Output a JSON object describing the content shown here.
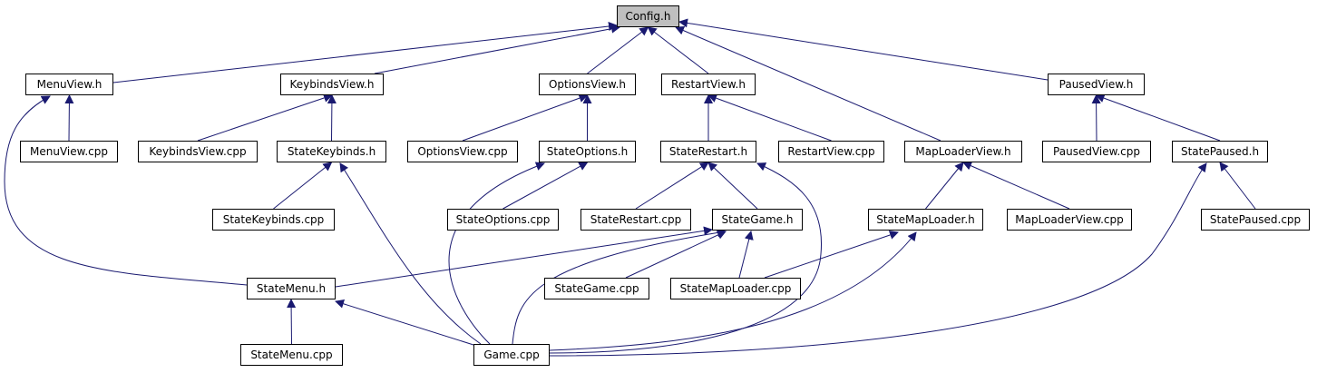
{
  "diagram": {
    "type": "include-dependency-graph",
    "colors": {
      "root_fill": "#bfbfbf",
      "node_fill": "#ffffff",
      "node_border": "#000000",
      "edge": "#191970"
    },
    "nodes": [
      {
        "id": "config_h",
        "label": "Config.h",
        "root": true
      },
      {
        "id": "menuview_h",
        "label": "MenuView.h"
      },
      {
        "id": "keybindsview_h",
        "label": "KeybindsView.h"
      },
      {
        "id": "optionsview_h",
        "label": "OptionsView.h"
      },
      {
        "id": "restartview_h",
        "label": "RestartView.h"
      },
      {
        "id": "pausedview_h",
        "label": "PausedView.h"
      },
      {
        "id": "menuview_cpp",
        "label": "MenuView.cpp"
      },
      {
        "id": "keybindsview_cpp",
        "label": "KeybindsView.cpp"
      },
      {
        "id": "statekeybinds_h",
        "label": "StateKeybinds.h"
      },
      {
        "id": "optionsview_cpp",
        "label": "OptionsView.cpp"
      },
      {
        "id": "stateoptions_h",
        "label": "StateOptions.h"
      },
      {
        "id": "staterestart_h",
        "label": "StateRestart.h"
      },
      {
        "id": "restartview_cpp",
        "label": "RestartView.cpp"
      },
      {
        "id": "maploaderview_h",
        "label": "MapLoaderView.h"
      },
      {
        "id": "pausedview_cpp",
        "label": "PausedView.cpp"
      },
      {
        "id": "statepaused_h",
        "label": "StatePaused.h"
      },
      {
        "id": "statekeybinds_cpp",
        "label": "StateKeybinds.cpp"
      },
      {
        "id": "stateoptions_cpp",
        "label": "StateOptions.cpp"
      },
      {
        "id": "staterestart_cpp",
        "label": "StateRestart.cpp"
      },
      {
        "id": "stategame_h",
        "label": "StateGame.h"
      },
      {
        "id": "statemaploader_h",
        "label": "StateMapLoader.h"
      },
      {
        "id": "maploaderview_cpp",
        "label": "MapLoaderView.cpp"
      },
      {
        "id": "statepaused_cpp",
        "label": "StatePaused.cpp"
      },
      {
        "id": "statemenu_h",
        "label": "StateMenu.h"
      },
      {
        "id": "stategame_cpp",
        "label": "StateGame.cpp"
      },
      {
        "id": "statemaploader_cpp",
        "label": "StateMapLoader.cpp"
      },
      {
        "id": "statemenu_cpp",
        "label": "StateMenu.cpp"
      },
      {
        "id": "game_cpp",
        "label": "Game.cpp"
      }
    ],
    "edges": [
      {
        "from": "menuview_h",
        "to": "config_h"
      },
      {
        "from": "keybindsview_h",
        "to": "config_h"
      },
      {
        "from": "optionsview_h",
        "to": "config_h"
      },
      {
        "from": "restartview_h",
        "to": "config_h"
      },
      {
        "from": "maploaderview_h",
        "to": "config_h"
      },
      {
        "from": "pausedview_h",
        "to": "config_h"
      },
      {
        "from": "menuview_cpp",
        "to": "menuview_h"
      },
      {
        "from": "statemenu_h",
        "to": "menuview_h"
      },
      {
        "from": "keybindsview_cpp",
        "to": "keybindsview_h"
      },
      {
        "from": "statekeybinds_h",
        "to": "keybindsview_h"
      },
      {
        "from": "statekeybinds_cpp",
        "to": "statekeybinds_h"
      },
      {
        "from": "game_cpp",
        "to": "statekeybinds_h"
      },
      {
        "from": "optionsview_cpp",
        "to": "optionsview_h"
      },
      {
        "from": "stateoptions_h",
        "to": "optionsview_h"
      },
      {
        "from": "stateoptions_cpp",
        "to": "stateoptions_h"
      },
      {
        "from": "game_cpp",
        "to": "stateoptions_h"
      },
      {
        "from": "staterestart_h",
        "to": "restartview_h"
      },
      {
        "from": "restartview_cpp",
        "to": "restartview_h"
      },
      {
        "from": "staterestart_cpp",
        "to": "staterestart_h"
      },
      {
        "from": "stategame_h",
        "to": "staterestart_h"
      },
      {
        "from": "game_cpp",
        "to": "staterestart_h"
      },
      {
        "from": "statemaploader_h",
        "to": "maploaderview_h"
      },
      {
        "from": "maploaderview_cpp",
        "to": "maploaderview_h"
      },
      {
        "from": "pausedview_cpp",
        "to": "pausedview_h"
      },
      {
        "from": "statepaused_h",
        "to": "pausedview_h"
      },
      {
        "from": "statepaused_cpp",
        "to": "statepaused_h"
      },
      {
        "from": "game_cpp",
        "to": "statepaused_h"
      },
      {
        "from": "statemenu_h",
        "to": "stategame_h"
      },
      {
        "from": "stategame_cpp",
        "to": "stategame_h"
      },
      {
        "from": "statemaploader_cpp",
        "to": "stategame_h"
      },
      {
        "from": "game_cpp",
        "to": "stategame_h"
      },
      {
        "from": "statemaploader_cpp",
        "to": "statemaploader_h"
      },
      {
        "from": "game_cpp",
        "to": "statemaploader_h"
      },
      {
        "from": "statemenu_cpp",
        "to": "statemenu_h"
      },
      {
        "from": "game_cpp",
        "to": "statemenu_h"
      }
    ]
  }
}
